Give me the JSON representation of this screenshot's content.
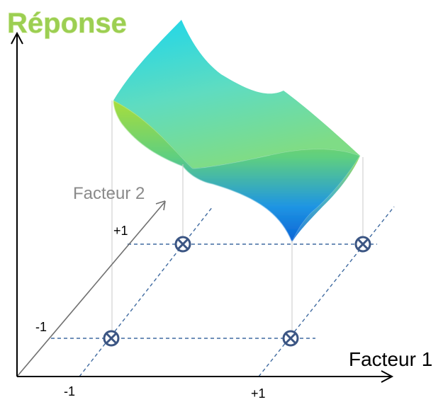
{
  "title": "Réponse",
  "axes": {
    "x_label": "Facteur 1",
    "y_label": "Facteur 2"
  },
  "ticks": {
    "x_minus": "-1",
    "x_plus": "+1",
    "y_minus": "-1",
    "y_plus": "+1"
  },
  "colors": {
    "title_fill": "#9ccf52",
    "title_stroke": "#e7f4c8",
    "axis": "#000000",
    "factor2_axis": "#707070",
    "factor2_label": "#8a8a8a",
    "dashed_lines": "#3f6aa0",
    "design_points": "#3b5583",
    "surface_top": "#2ed0e2",
    "surface_mid": "#a4dd3a",
    "surface_bottom": "#0a6fdd"
  },
  "design_points": [
    {
      "label": "(-1,-1)",
      "icon": "circle-cross-icon"
    },
    {
      "label": "(+1,-1)",
      "icon": "circle-cross-icon"
    },
    {
      "label": "(-1,+1)",
      "icon": "circle-cross-icon"
    },
    {
      "label": "(+1,+1)",
      "icon": "circle-cross-icon"
    }
  ]
}
